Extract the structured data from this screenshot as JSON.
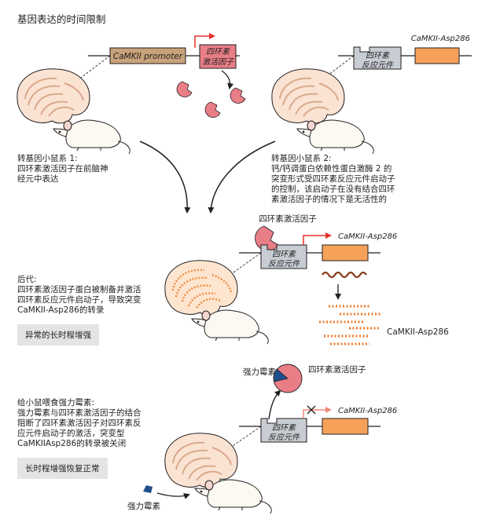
{
  "title": "基因表达的时间限制",
  "mouse1": {
    "promoter": "CaMKII promoter",
    "tta_box": [
      "四环素",
      "激活因子"
    ],
    "caption_title": "转基因小鼠系 1:",
    "caption_lines": [
      "四环素激活因子在前脑神",
      "经元中表达"
    ]
  },
  "mouse2": {
    "tre_box": [
      "四环素",
      "反应元件"
    ],
    "gene": "CaMKII-Asp286",
    "caption_title": "转基因小鼠系 2:",
    "caption_lines": [
      "钙/钙调蛋白依赖性蛋白激酶 2 的",
      "突变形式受四环素反应元件启动子",
      "的控制，该启动子在没有结合四环",
      "素激活因子的情况下是无活性的"
    ]
  },
  "offspring": {
    "activator_label": "四环素激活因子",
    "tre_box": [
      "四环素",
      "反应元件"
    ],
    "gene": "CaMKII-Asp286",
    "protein_label": "CaMKII-Asp286",
    "caption_title": "后代:",
    "caption_lines": [
      "四环素激活因子蛋白被制备并激活",
      "四环素反应元件启动子，导致突变",
      "CaMKII-Asp286的转录"
    ],
    "result_box": "异常的长时程增强"
  },
  "doxy": {
    "dox_label": "强力霉素",
    "activator_label": "四环素激活因子",
    "tre_box": [
      "四环素",
      "反应元件"
    ],
    "gene": "CaMKII-Asp286",
    "dox_bottom_label": "强力霉素",
    "caption_title": "给小鼠喂食强力霉素:",
    "caption_lines": [
      "强力霉素与四环素激活因子的结合",
      "阻断了四环素激活因子对四环素反",
      "应元件启动子的激活，突变型",
      "CaMKIIAsp286的转录被关闭"
    ],
    "result_box": "长时程增强恢复正常"
  },
  "colors": {
    "promoter_fill": "#c8a27a",
    "tta_fill": "#e97e86",
    "tre_fill": "#c7cdd3",
    "gene_fill": "#f6a15a",
    "arrow_red": "#e8302a",
    "mrna": "#8a3a17",
    "protein_dot": "#f07a28",
    "dox_blue": "#1f4e8c"
  }
}
